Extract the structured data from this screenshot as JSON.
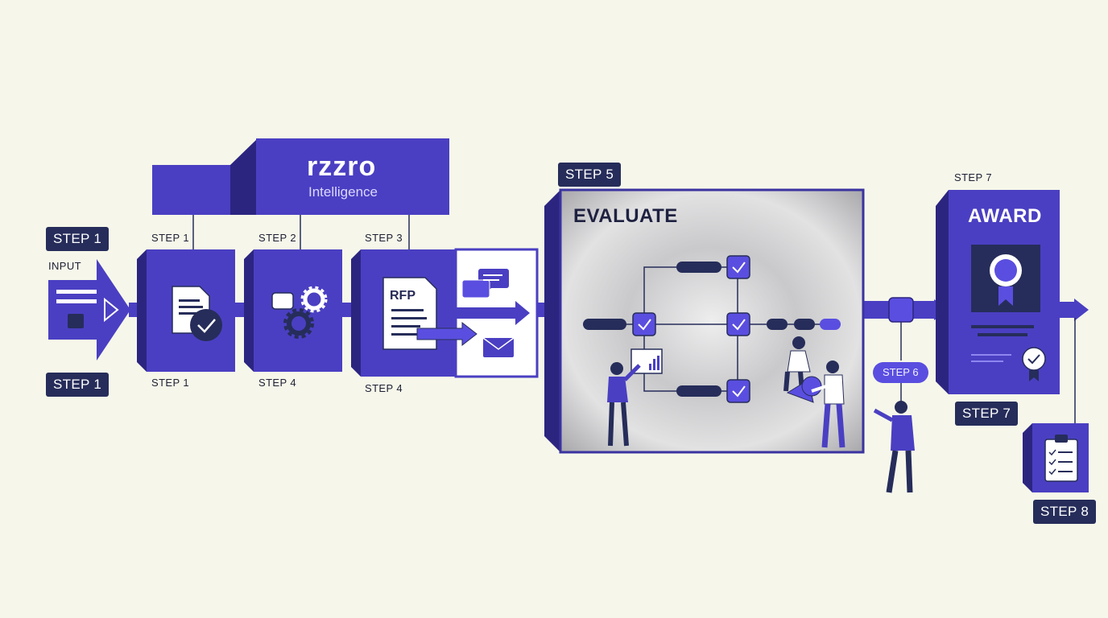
{
  "brand": {
    "name": "rzzro",
    "tagline": "Intelligence"
  },
  "badges": {
    "step1_top": "STEP 1",
    "step1_bottom": "STEP 1",
    "step5": "STEP 5",
    "step7_bottom": "STEP 7",
    "step8": "STEP 8"
  },
  "labels": {
    "input": "INPUT",
    "b1_top": "STEP 1",
    "b2_top": "STEP 2",
    "b3_top": "STEP 3",
    "b1_bottom": "STEP 1",
    "b2_bottom": "STEP 4",
    "b3_bottom": "STEP 4",
    "step7_top": "STEP 7"
  },
  "pill_step6": "STEP 6",
  "evaluate_title": "EVALUATE",
  "rfp_label": "RFP",
  "award_title": "AWARD",
  "colors": {
    "background": "#f6f7ea",
    "primary": "#4a3fc2",
    "primary_dark": "#2c2580",
    "navy": "#262d5a",
    "accent": "#5a4ee0",
    "metal": "#c4c4c6"
  },
  "icons": [
    "document-check-icon",
    "gear-icon",
    "rfp-document-icon",
    "chat-icon",
    "mail-icon",
    "check-icon",
    "medal-icon",
    "clipboard-icon",
    "person-icon"
  ]
}
